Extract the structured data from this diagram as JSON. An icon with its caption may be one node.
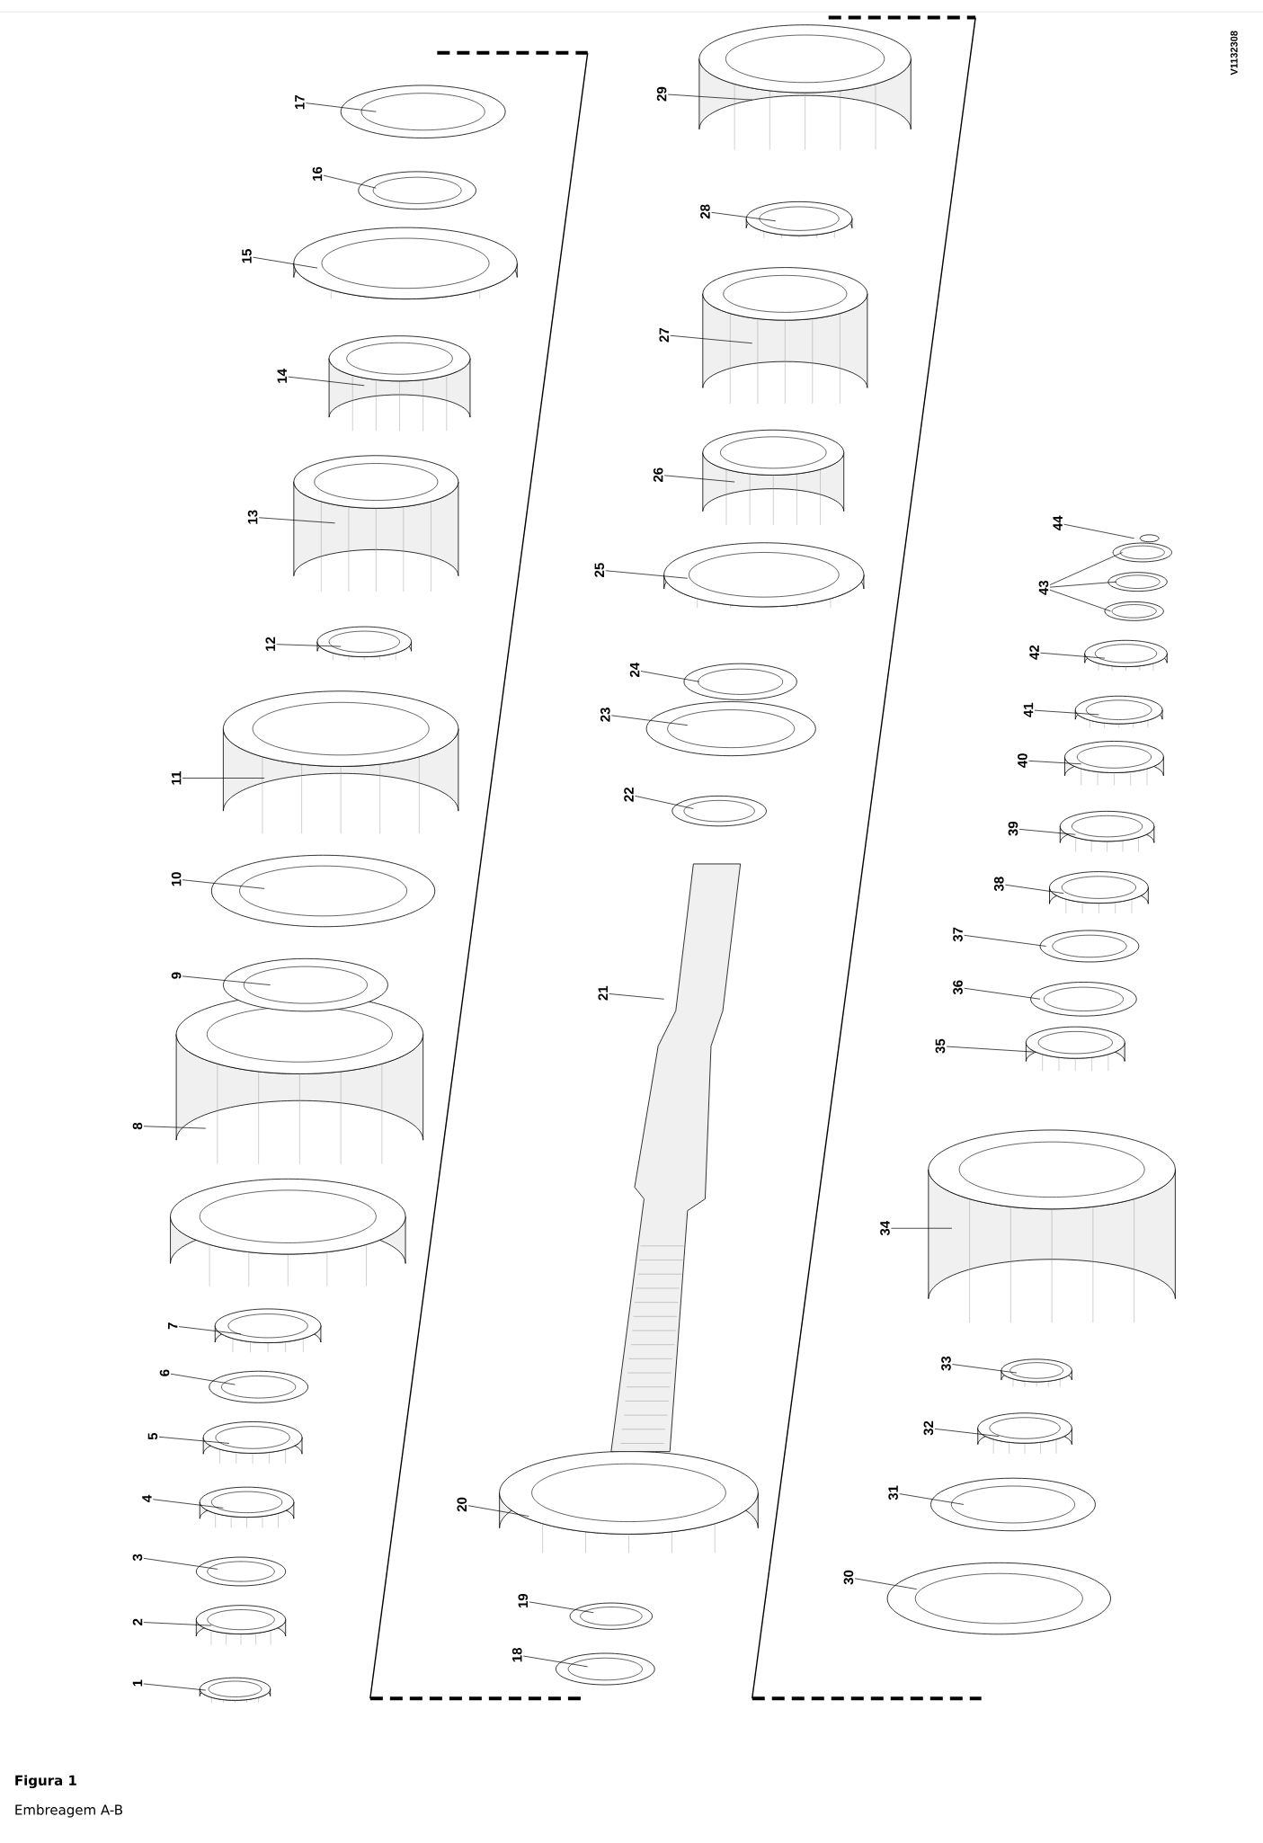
{
  "diagram": {
    "title": "Figura 1",
    "caption": "Embreagem A-B",
    "nodes": [
      {
        "text": [
          "1"
        ]
      },
      {
        "text": [
          "2"
        ]
      },
      {
        "text": [
          "3"
        ]
      },
      {
        "text": [
          "4"
        ]
      },
      {
        "text": [
          "5"
        ]
      },
      {
        "text": [
          "6"
        ]
      },
      {
        "text": [
          "7"
        ]
      },
      {
        "text": [
          "8"
        ]
      },
      {
        "text": [
          "9"
        ]
      },
      {
        "text": [
          "10"
        ]
      },
      {
        "text": [
          "11"
        ]
      },
      {
        "text": [
          "12"
        ]
      },
      {
        "text": [
          "13"
        ]
      },
      {
        "text": [
          "14"
        ]
      },
      {
        "text": [
          "15"
        ]
      },
      {
        "text": [
          "16"
        ]
      },
      {
        "text": [
          "17"
        ]
      },
      {
        "text": [
          "18"
        ]
      },
      {
        "text": [
          "19"
        ]
      },
      {
        "text": [
          "20"
        ]
      },
      {
        "text": [
          "21"
        ]
      },
      {
        "text": [
          "22"
        ]
      },
      {
        "text": [
          "23"
        ]
      },
      {
        "text": [
          "24"
        ]
      },
      {
        "text": [
          "25"
        ]
      },
      {
        "text": [
          "26"
        ]
      },
      {
        "text": [
          "27"
        ]
      },
      {
        "text": [
          "28"
        ]
      },
      {
        "text": [
          "29"
        ]
      },
      {
        "text": [
          "30"
        ]
      },
      {
        "text": [
          "31"
        ]
      },
      {
        "text": [
          "32"
        ]
      },
      {
        "text": [
          "33"
        ]
      },
      {
        "text": [
          "34"
        ]
      },
      {
        "text": [
          "35"
        ]
      },
      {
        "text": [
          "36"
        ]
      },
      {
        "text": [
          "37"
        ]
      },
      {
        "text": [
          "38"
        ]
      },
      {
        "text": [
          "39"
        ]
      },
      {
        "text": [
          "40"
        ]
      },
      {
        "text": [
          "41"
        ]
      },
      {
        "text": [
          "42"
        ]
      },
      {
        "text": [
          "43"
        ]
      },
      {
        "text": [
          "44"
        ]
      }
    ],
    "edges": [
      {
        "from": 0,
        "to": null,
        "arrow": "none"
      },
      {
        "from": 1,
        "to": null,
        "arrow": "none"
      },
      {
        "from": 2,
        "to": null,
        "arrow": "none"
      },
      {
        "from": 3,
        "to": null,
        "arrow": "none"
      },
      {
        "from": 4,
        "to": null,
        "arrow": "none"
      },
      {
        "from": 5,
        "to": null,
        "arrow": "none"
      },
      {
        "from": 6,
        "to": null,
        "arrow": "none"
      },
      {
        "from": 7,
        "to": null,
        "arrow": "none"
      },
      {
        "from": 8,
        "to": null,
        "arrow": "none"
      },
      {
        "from": 9,
        "to": null,
        "arrow": "none"
      },
      {
        "from": 10,
        "to": null,
        "arrow": "none"
      },
      {
        "from": 11,
        "to": null,
        "arrow": "none"
      },
      {
        "from": 12,
        "to": null,
        "arrow": "none"
      },
      {
        "from": 13,
        "to": null,
        "arrow": "none"
      },
      {
        "from": 14,
        "to": null,
        "arrow": "none"
      },
      {
        "from": 15,
        "to": null,
        "arrow": "none"
      },
      {
        "from": 16,
        "to": null,
        "arrow": "none"
      },
      {
        "from": 17,
        "to": null,
        "arrow": "none"
      },
      {
        "from": 18,
        "to": null,
        "arrow": "none"
      },
      {
        "from": 19,
        "to": null,
        "arrow": "none"
      },
      {
        "from": 20,
        "to": null,
        "arrow": "none"
      },
      {
        "from": 21,
        "to": null,
        "arrow": "none"
      },
      {
        "from": 22,
        "to": null,
        "arrow": "none"
      },
      {
        "from": 23,
        "to": null,
        "arrow": "none"
      },
      {
        "from": 24,
        "to": null,
        "arrow": "none"
      },
      {
        "from": 25,
        "to": null,
        "arrow": "none"
      },
      {
        "from": 26,
        "to": null,
        "arrow": "none"
      },
      {
        "from": 27,
        "to": null,
        "arrow": "none"
      },
      {
        "from": 28,
        "to": null,
        "arrow": "none"
      },
      {
        "from": 29,
        "to": null,
        "arrow": "none"
      },
      {
        "from": 30,
        "to": null,
        "arrow": "none"
      },
      {
        "from": 31,
        "to": null,
        "arrow": "none"
      },
      {
        "from": 32,
        "to": null,
        "arrow": "none"
      },
      {
        "from": 33,
        "to": null,
        "arrow": "none"
      },
      {
        "from": 34,
        "to": null,
        "arrow": "none"
      },
      {
        "from": 35,
        "to": null,
        "arrow": "none"
      },
      {
        "from": 36,
        "to": null,
        "arrow": "none"
      },
      {
        "from": 37,
        "to": null,
        "arrow": "none"
      },
      {
        "from": 38,
        "to": null,
        "arrow": "none"
      },
      {
        "from": 39,
        "to": null,
        "arrow": "none"
      },
      {
        "from": 40,
        "to": null,
        "arrow": "none"
      },
      {
        "from": 41,
        "to": null,
        "arrow": "none"
      },
      {
        "from": 42,
        "to": null,
        "arrow": "none"
      },
      {
        "from": 42,
        "to": null,
        "arrow": "none"
      },
      {
        "from": 42,
        "to": null,
        "arrow": "none"
      },
      {
        "from": 43,
        "to": null,
        "arrow": "none"
      }
    ],
    "labels": [
      "V1132308"
    ]
  }
}
